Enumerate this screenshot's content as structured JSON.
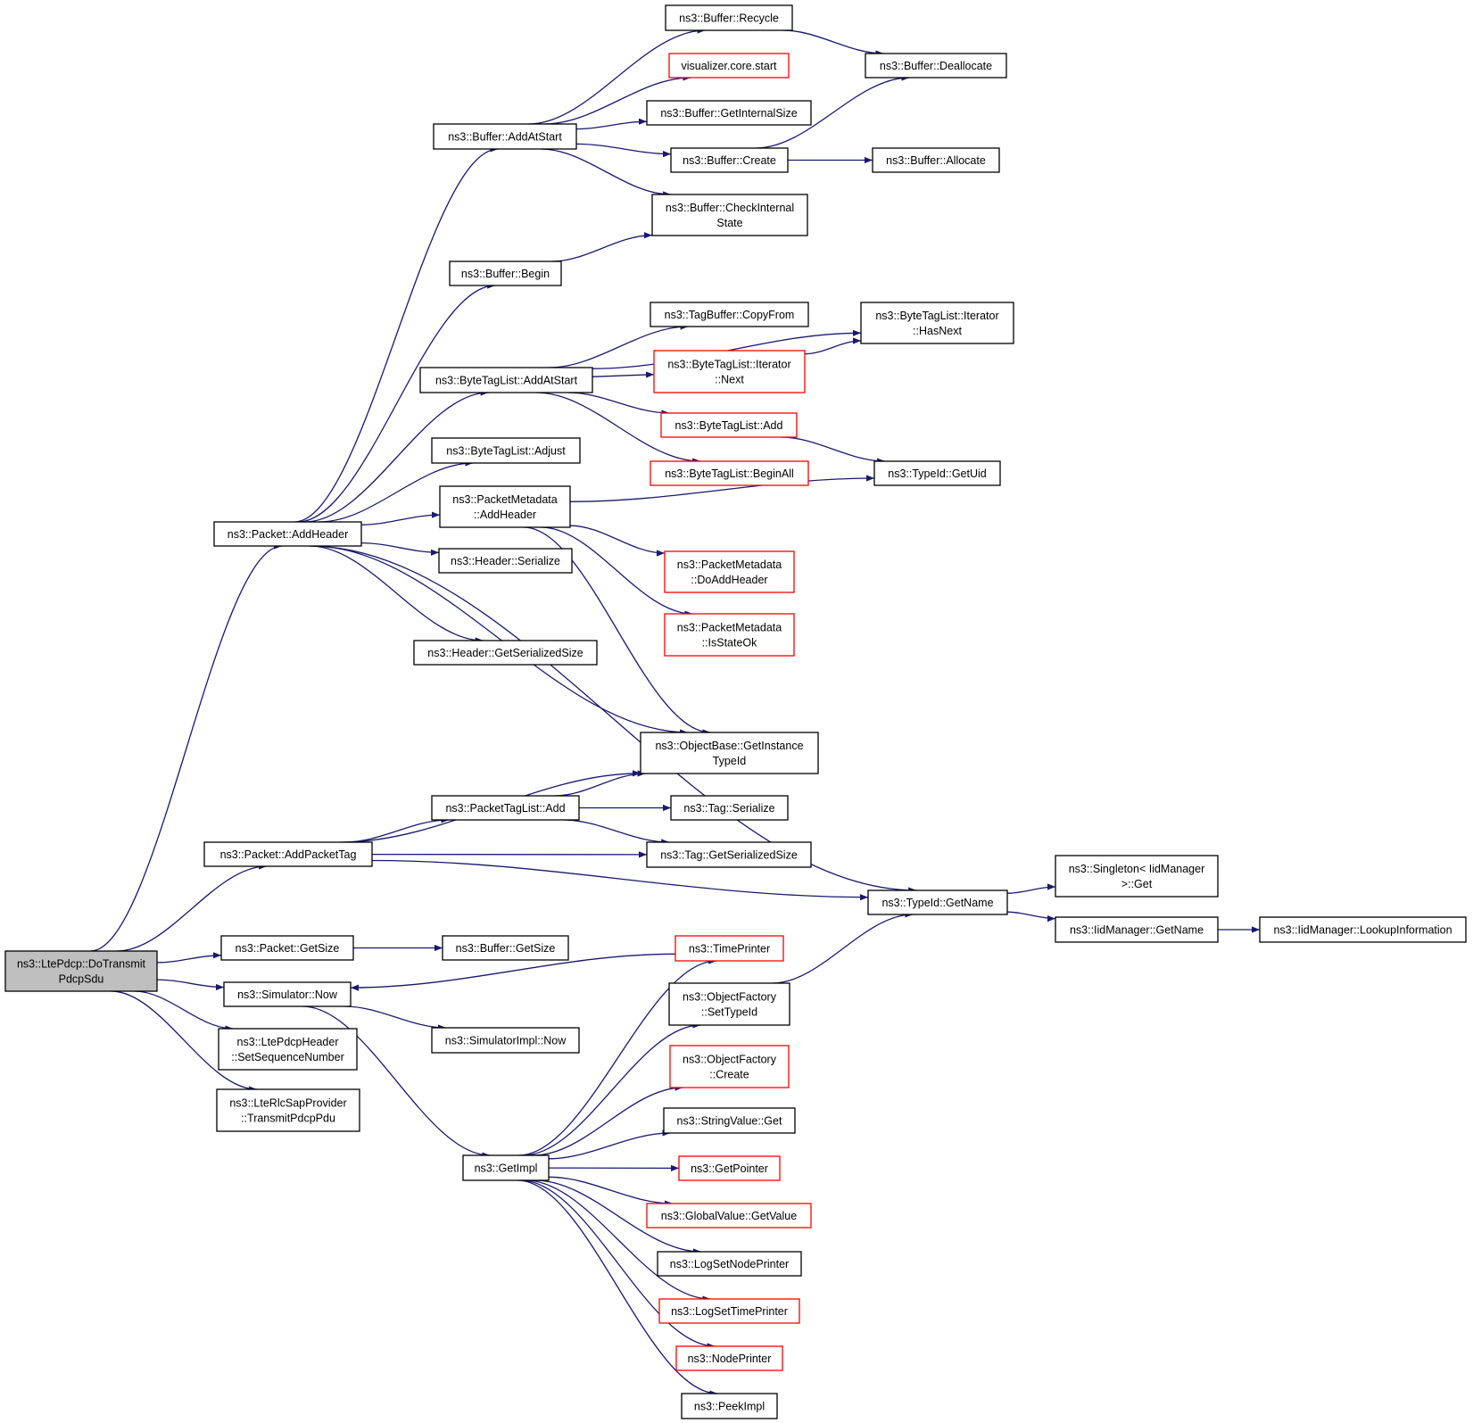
{
  "colors": {
    "edge": "#191970",
    "box_border": "#000000",
    "truncated_border": "#ff0000",
    "root_fill": "#bfbfbf",
    "node_fill": "#ffffff"
  },
  "nodes": [
    {
      "id": "root",
      "lines": [
        "ns3::LtePdcp::DoTransmit",
        "PdcpSdu"
      ],
      "kind": "root"
    },
    {
      "id": "addheader",
      "lines": [
        "ns3::Packet::AddHeader"
      ],
      "kind": "normal"
    },
    {
      "id": "addpackettag",
      "lines": [
        "ns3::Packet::AddPacketTag"
      ],
      "kind": "normal"
    },
    {
      "id": "getsize",
      "lines": [
        "ns3::Packet::GetSize"
      ],
      "kind": "normal"
    },
    {
      "id": "simnow",
      "lines": [
        "ns3::Simulator::Now"
      ],
      "kind": "normal"
    },
    {
      "id": "setseq",
      "lines": [
        "ns3::LtePdcpHeader",
        "::SetSequenceNumber"
      ],
      "kind": "normal"
    },
    {
      "id": "transmitpdcp",
      "lines": [
        "ns3::LteRlcSapProvider",
        "::TransmitPdcpPdu"
      ],
      "kind": "normal"
    },
    {
      "id": "bufaddatstart",
      "lines": [
        "ns3::Buffer::AddAtStart"
      ],
      "kind": "normal"
    },
    {
      "id": "bufbegin",
      "lines": [
        "ns3::Buffer::Begin"
      ],
      "kind": "normal"
    },
    {
      "id": "btladdatstart",
      "lines": [
        "ns3::ByteTagList::AddAtStart"
      ],
      "kind": "normal"
    },
    {
      "id": "btladjust",
      "lines": [
        "ns3::ByteTagList::Adjust"
      ],
      "kind": "normal"
    },
    {
      "id": "pmaddheader",
      "lines": [
        "ns3::PacketMetadata",
        "::AddHeader"
      ],
      "kind": "normal"
    },
    {
      "id": "hdrserialize",
      "lines": [
        "ns3::Header::Serialize"
      ],
      "kind": "normal"
    },
    {
      "id": "hdrgetsersize",
      "lines": [
        "ns3::Header::GetSerializedSize"
      ],
      "kind": "normal"
    },
    {
      "id": "ptladd",
      "lines": [
        "ns3::PacketTagList::Add"
      ],
      "kind": "normal"
    },
    {
      "id": "bufgetsize",
      "lines": [
        "ns3::Buffer::GetSize"
      ],
      "kind": "normal"
    },
    {
      "id": "simimplnow",
      "lines": [
        "ns3::SimulatorImpl::Now"
      ],
      "kind": "normal"
    },
    {
      "id": "getimpl",
      "lines": [
        "ns3::GetImpl"
      ],
      "kind": "normal"
    },
    {
      "id": "bufrecycle",
      "lines": [
        "ns3::Buffer::Recycle"
      ],
      "kind": "normal"
    },
    {
      "id": "vizstart",
      "lines": [
        "visualizer.core.start"
      ],
      "kind": "truncated"
    },
    {
      "id": "bufgetinternal",
      "lines": [
        "ns3::Buffer::GetInternalSize"
      ],
      "kind": "normal"
    },
    {
      "id": "bufcreate",
      "lines": [
        "ns3::Buffer::Create"
      ],
      "kind": "normal"
    },
    {
      "id": "bufcheck",
      "lines": [
        "ns3::Buffer::CheckInternal",
        "State"
      ],
      "kind": "normal"
    },
    {
      "id": "tbcopyfrom",
      "lines": [
        "ns3::TagBuffer::CopyFrom"
      ],
      "kind": "normal"
    },
    {
      "id": "btlnext",
      "lines": [
        "ns3::ByteTagList::Iterator",
        "::Next"
      ],
      "kind": "truncated"
    },
    {
      "id": "btladd",
      "lines": [
        "ns3::ByteTagList::Add"
      ],
      "kind": "truncated"
    },
    {
      "id": "btlbeginall",
      "lines": [
        "ns3::ByteTagList::BeginAll"
      ],
      "kind": "truncated"
    },
    {
      "id": "pmdoaddheader",
      "lines": [
        "ns3::PacketMetadata",
        "::DoAddHeader"
      ],
      "kind": "truncated"
    },
    {
      "id": "pmisstateok",
      "lines": [
        "ns3::PacketMetadata",
        "::IsStateOk"
      ],
      "kind": "truncated"
    },
    {
      "id": "obgetinstance",
      "lines": [
        "ns3::ObjectBase::GetInstance",
        "TypeId"
      ],
      "kind": "normal"
    },
    {
      "id": "tagserialize",
      "lines": [
        "ns3::Tag::Serialize"
      ],
      "kind": "normal"
    },
    {
      "id": "taggetsersize",
      "lines": [
        "ns3::Tag::GetSerializedSize"
      ],
      "kind": "normal"
    },
    {
      "id": "timeprinter",
      "lines": [
        "ns3::TimePrinter"
      ],
      "kind": "truncated"
    },
    {
      "id": "ofsettypeid",
      "lines": [
        "ns3::ObjectFactory",
        "::SetTypeId"
      ],
      "kind": "normal"
    },
    {
      "id": "ofcreate",
      "lines": [
        "ns3::ObjectFactory",
        "::Create"
      ],
      "kind": "truncated"
    },
    {
      "id": "strvalget",
      "lines": [
        "ns3::StringValue::Get"
      ],
      "kind": "normal"
    },
    {
      "id": "getpointer",
      "lines": [
        "ns3::GetPointer"
      ],
      "kind": "truncated"
    },
    {
      "id": "gvgetvalue",
      "lines": [
        "ns3::GlobalValue::GetValue"
      ],
      "kind": "truncated"
    },
    {
      "id": "logsetnode",
      "lines": [
        "ns3::LogSetNodePrinter"
      ],
      "kind": "normal"
    },
    {
      "id": "logsettime",
      "lines": [
        "ns3::LogSetTimePrinter"
      ],
      "kind": "truncated"
    },
    {
      "id": "nodeprinter",
      "lines": [
        "ns3::NodePrinter"
      ],
      "kind": "truncated"
    },
    {
      "id": "peekimpl",
      "lines": [
        "ns3::PeekImpl"
      ],
      "kind": "normal"
    },
    {
      "id": "bufdealloc",
      "lines": [
        "ns3::Buffer::Deallocate"
      ],
      "kind": "normal"
    },
    {
      "id": "bufalloc",
      "lines": [
        "ns3::Buffer::Allocate"
      ],
      "kind": "normal"
    },
    {
      "id": "btlhasnext",
      "lines": [
        "ns3::ByteTagList::Iterator",
        "::HasNext"
      ],
      "kind": "normal"
    },
    {
      "id": "typeidgetuid",
      "lines": [
        "ns3::TypeId::GetUid"
      ],
      "kind": "normal"
    },
    {
      "id": "typeidgetname",
      "lines": [
        "ns3::TypeId::GetName"
      ],
      "kind": "normal"
    },
    {
      "id": "singletonget",
      "lines": [
        "ns3::Singleton< IidManager",
        ">::Get"
      ],
      "kind": "normal"
    },
    {
      "id": "iidgetname",
      "lines": [
        "ns3::IidManager::GetName"
      ],
      "kind": "normal"
    },
    {
      "id": "iidlookup",
      "lines": [
        "ns3::IidManager::LookupInformation"
      ],
      "kind": "normal"
    }
  ],
  "edges": [
    [
      "root",
      "addheader"
    ],
    [
      "root",
      "addpackettag"
    ],
    [
      "root",
      "getsize"
    ],
    [
      "root",
      "simnow"
    ],
    [
      "root",
      "setseq"
    ],
    [
      "root",
      "transmitpdcp"
    ],
    [
      "addheader",
      "bufaddatstart"
    ],
    [
      "addheader",
      "bufbegin"
    ],
    [
      "addheader",
      "btladdatstart"
    ],
    [
      "addheader",
      "btladjust"
    ],
    [
      "addheader",
      "pmaddheader"
    ],
    [
      "addheader",
      "hdrserialize"
    ],
    [
      "addheader",
      "hdrgetsersize"
    ],
    [
      "addheader",
      "obgetinstance"
    ],
    [
      "addheader",
      "typeidgetname"
    ],
    [
      "bufaddatstart",
      "bufrecycle"
    ],
    [
      "bufaddatstart",
      "vizstart"
    ],
    [
      "bufaddatstart",
      "bufgetinternal"
    ],
    [
      "bufaddatstart",
      "bufcreate"
    ],
    [
      "bufaddatstart",
      "bufcheck"
    ],
    [
      "bufrecycle",
      "bufdealloc"
    ],
    [
      "bufcreate",
      "bufdealloc"
    ],
    [
      "bufcreate",
      "bufalloc"
    ],
    [
      "bufbegin",
      "bufcheck"
    ],
    [
      "btladdatstart",
      "btlhasnext"
    ],
    [
      "btladdatstart",
      "tbcopyfrom"
    ],
    [
      "btladdatstart",
      "btlnext"
    ],
    [
      "btladdatstart",
      "btladd"
    ],
    [
      "btladdatstart",
      "btlbeginall"
    ],
    [
      "btlnext",
      "btlhasnext"
    ],
    [
      "btladd",
      "typeidgetuid"
    ],
    [
      "pmaddheader",
      "typeidgetuid"
    ],
    [
      "pmaddheader",
      "pmdoaddheader"
    ],
    [
      "pmaddheader",
      "pmisstateok"
    ],
    [
      "pmaddheader",
      "obgetinstance"
    ],
    [
      "addpackettag",
      "obgetinstance"
    ],
    [
      "addpackettag",
      "ptladd"
    ],
    [
      "addpackettag",
      "taggetsersize"
    ],
    [
      "addpackettag",
      "typeidgetname"
    ],
    [
      "ptladd",
      "obgetinstance"
    ],
    [
      "ptladd",
      "tagserialize"
    ],
    [
      "ptladd",
      "taggetsersize"
    ],
    [
      "typeidgetname",
      "singletonget"
    ],
    [
      "typeidgetname",
      "iidgetname"
    ],
    [
      "iidgetname",
      "iidlookup"
    ],
    [
      "getsize",
      "bufgetsize"
    ],
    [
      "simnow",
      "simimplnow"
    ],
    [
      "simnow",
      "getimpl"
    ],
    [
      "timeprinter",
      "simnow"
    ],
    [
      "getimpl",
      "timeprinter"
    ],
    [
      "getimpl",
      "ofsettypeid"
    ],
    [
      "getimpl",
      "ofcreate"
    ],
    [
      "getimpl",
      "strvalget"
    ],
    [
      "getimpl",
      "getpointer"
    ],
    [
      "getimpl",
      "gvgetvalue"
    ],
    [
      "getimpl",
      "logsetnode"
    ],
    [
      "getimpl",
      "logsettime"
    ],
    [
      "getimpl",
      "nodeprinter"
    ],
    [
      "getimpl",
      "peekimpl"
    ],
    [
      "ofsettypeid",
      "typeidgetname"
    ]
  ]
}
